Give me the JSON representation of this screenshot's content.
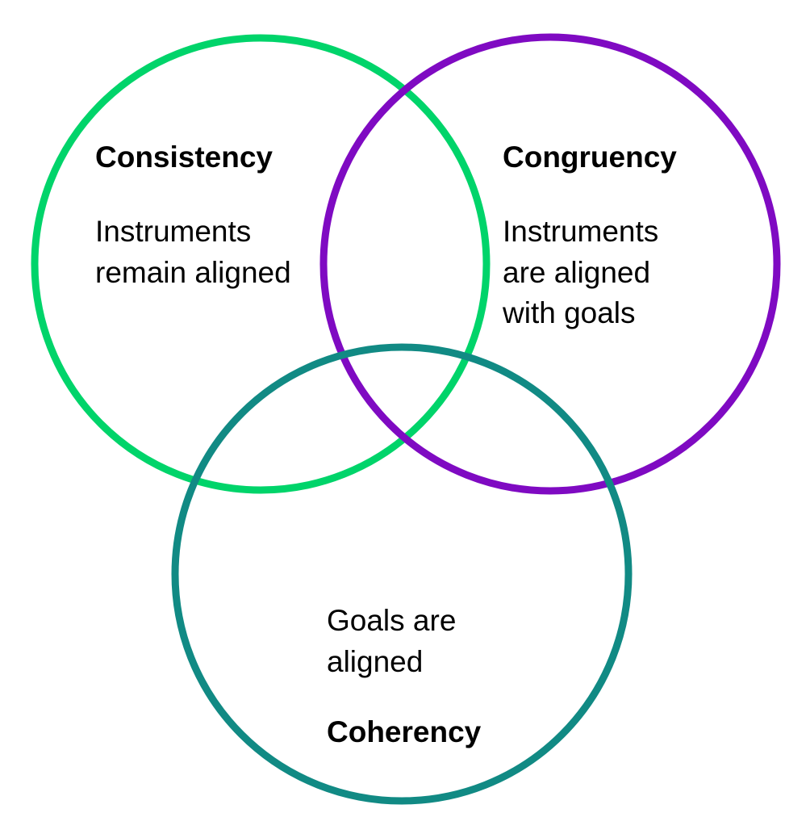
{
  "diagram": {
    "colors": {
      "consistency": "#00d46a",
      "congruency": "#7f0ac2",
      "coherency": "#118a84",
      "text": "#000000",
      "background": "#ffffff"
    },
    "consistency": {
      "title": "Consistency",
      "description": [
        "Instruments",
        "remain aligned"
      ]
    },
    "congruency": {
      "title": "Congruency",
      "description": [
        "Instruments",
        "are aligned",
        "with goals"
      ]
    },
    "coherency": {
      "title": "Coherency",
      "description": [
        "Goals are",
        "aligned"
      ]
    }
  }
}
